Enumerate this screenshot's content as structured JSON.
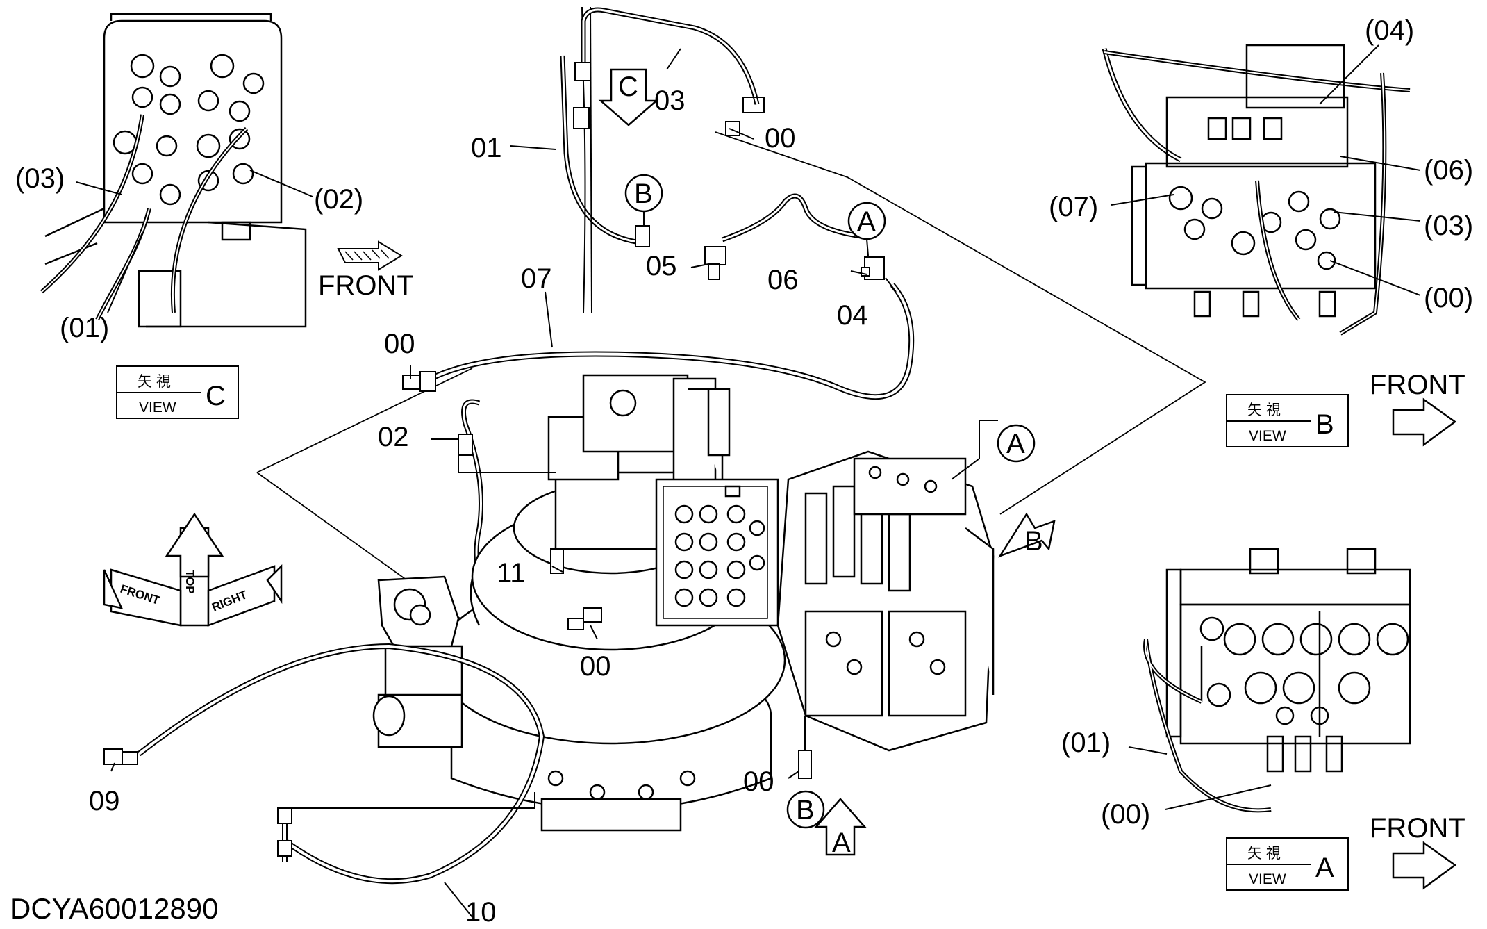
{
  "drawing_number": "DCYA60012890",
  "callouts": {
    "main": {
      "p01": "01",
      "p03": "03",
      "p00_top": "00",
      "p05": "05",
      "p06": "06",
      "p04": "04",
      "p07": "07",
      "p00_left": "00",
      "p02": "02",
      "p11": "11",
      "p00_mid": "00",
      "p00_bottom": "00",
      "p09": "09",
      "p10": "10"
    },
    "view_c": {
      "p03": "(03)",
      "p02": "(02)",
      "p01": "(01)"
    },
    "view_b": {
      "p04": "(04)",
      "p06": "(06)",
      "p07": "(07)",
      "p03": "(03)",
      "p00": "(00)"
    },
    "view_a": {
      "p01": "(01)",
      "p00": "(00)"
    }
  },
  "circle_refs": {
    "b_top": "B",
    "a_top": "A",
    "a_right": "A",
    "b_bottom": "B"
  },
  "view_arrows": {
    "c": "C",
    "b": "B",
    "a": "A"
  },
  "front_labels": {
    "view_c": "FRONT",
    "view_b": "FRONT",
    "view_a": "FRONT"
  },
  "view_boxes": {
    "c": {
      "title": "矢 視",
      "sub": "VIEW",
      "letter": "C"
    },
    "b": {
      "title": "矢 視",
      "sub": "VIEW",
      "letter": "B"
    },
    "a": {
      "title": "矢 視",
      "sub": "VIEW",
      "letter": "A"
    }
  },
  "orientation_symbol": {
    "top": "TOP",
    "front": "FRONT",
    "right": "RIGHT"
  }
}
